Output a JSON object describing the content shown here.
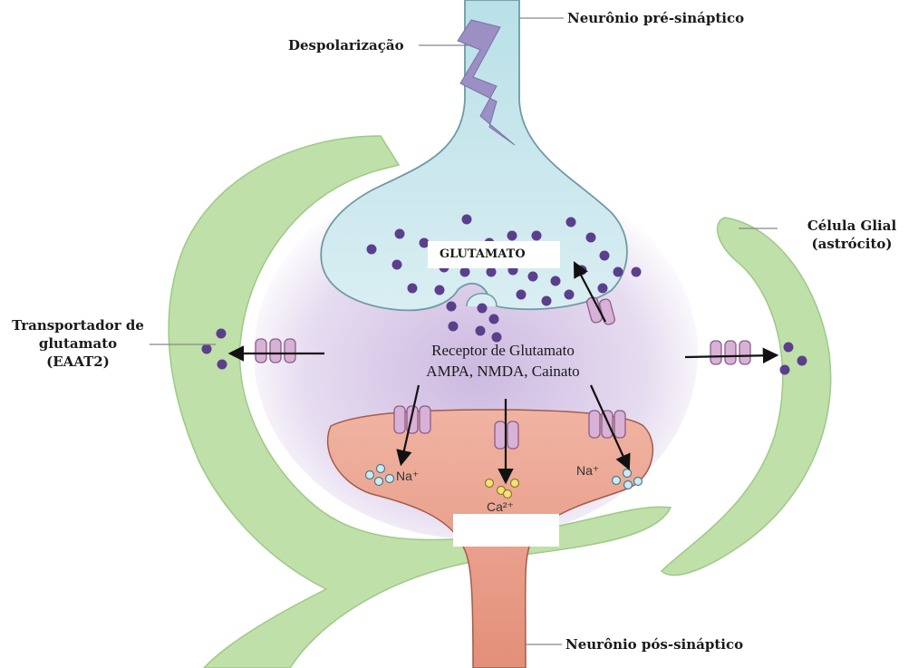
{
  "labels": {
    "pre_neuron": "Neurônio pré-sináptico",
    "depolarization": "Despolarização",
    "glial_line1": "Célula Glial",
    "glial_line2": "(astrócito)",
    "transporter_line1": "Transportador de",
    "transporter_line2": "glutamato",
    "transporter_line3": "(EAAT2)",
    "glutamate": "GLUTAMATO",
    "receptor_line1": "Receptor de Glutamato",
    "receptor_line2": "AMPA, NMDA, Cainato",
    "post_neuron": "Neurônio pós-sináptico",
    "ion_na_left": "Na⁺",
    "ion_ca": "Ca²⁺",
    "ion_na_right": "Na⁺"
  },
  "colors": {
    "presynaptic": "#c9e6ec",
    "presynaptic_edge": "#6f9aa4",
    "glial": "#bfe0a8",
    "postsynaptic": "#eaa08c",
    "postsynaptic_edge": "#a35b4c",
    "cleft": "#e2d9ee",
    "vesicle": "#5b3f8c",
    "receptor": "#d8b1d6",
    "bolt": "#9b8fc4"
  }
}
